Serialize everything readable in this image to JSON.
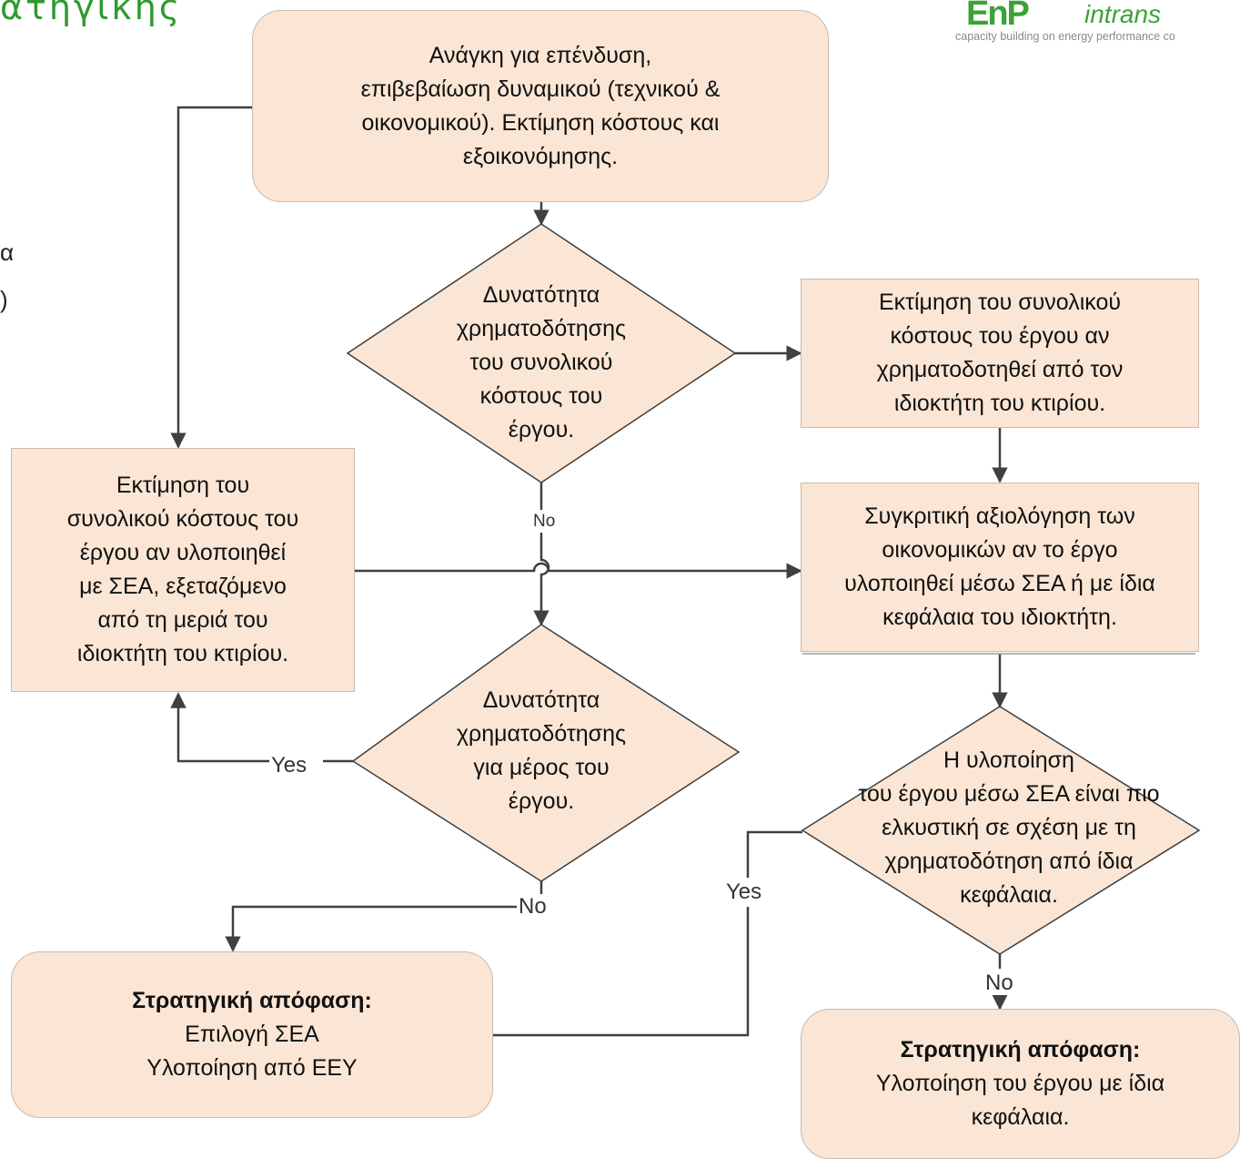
{
  "header": {
    "title_fragment": "ατηγικής",
    "left_edge_chars": [
      "α",
      ")"
    ]
  },
  "logo": {
    "mark": "EnP",
    "word": "intrans",
    "tagline": "capacity building on energy performance co"
  },
  "nodes": {
    "start": "Ανάγκη για επένδυση,\nεπιβεβαίωση δυναμικού (τεχνικού &\nοικονομικού). Εκτίμηση κόστους και\nεξοικονόμησης.",
    "decision_full": "Δυνατότητα\nχρηματοδότησης\nτου συνολικού\nκόστους του\nέργου.",
    "estimate_owner": "Εκτίμηση του συνολικού\nκόστους του έργου αν\nχρηματοδοτηθεί από τον\nιδιοκτήτη του κτιρίου.",
    "estimate_esa": "Εκτίμηση του\nσυνολικού κόστους του\nέργου αν υλοποιηθεί\nμε ΣΕΑ, εξεταζόμενο\nαπό τη μεριά του\nιδιοκτήτη του κτιρίου.",
    "compare": "Συγκριτική αξιολόγηση των\nοικονομικών αν το έργο\nυλοποιηθεί μέσω ΣΕΑ ή με ίδια\nκεφάλαια του ιδιοκτήτη.",
    "decision_partial": "Δυνατότητα\nχρηματοδότησης\nγια μέρος του\nέργου.",
    "decision_esa": "Η υλοποίηση\nτου έργου μέσω ΣΕΑ είναι πιο\nελκυστική σε σχέση με τη\nχρηματοδότηση από ίδια\nκεφάλαια.",
    "strategy_esa": {
      "heading": "Στρατηγική απόφαση:",
      "lines": "Επιλογή ΣΕΑ\nΥλοποίηση από ΕΕΥ"
    },
    "strategy_own": {
      "heading": "Στρατηγική απόφαση:",
      "lines": "Υλοποίηση του έργου με ίδια\nκεφάλαια."
    }
  },
  "edge_labels": {
    "no_full": "No",
    "yes_partial": "Yes",
    "no_partial": "No",
    "yes_esa": "Yes",
    "no_esa": "No"
  },
  "colors": {
    "box_fill": "#fbe6d5",
    "box_border": "#c9b9ad",
    "line": "#404040",
    "brand_green": "#3aa335"
  }
}
